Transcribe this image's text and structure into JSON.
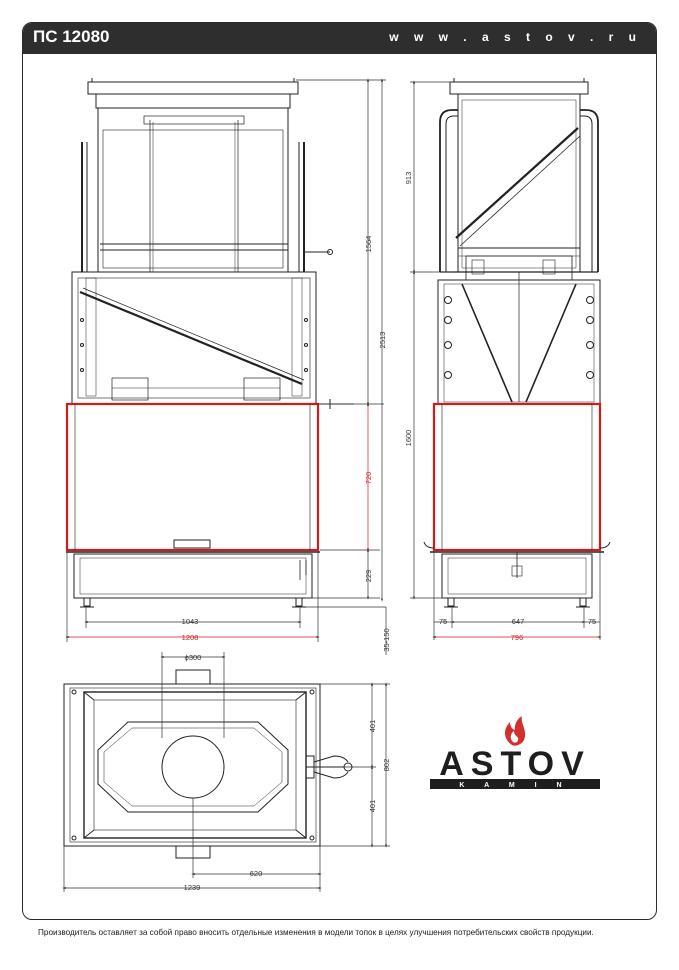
{
  "header": {
    "model": "ПС 12080",
    "website": "w w w . a s t o v . r u"
  },
  "front_view": {
    "dim_total_height": "2513",
    "dim_upper_height": "1564",
    "dim_glass_height": "720",
    "dim_base_height": "229",
    "dim_adjust": "35-150",
    "dim_inner_width": "1043",
    "dim_outer_width": "1208"
  },
  "side_view": {
    "dim_upper": "913",
    "dim_lower": "1600",
    "dim_left": "75",
    "dim_middle": "647",
    "dim_right": "75",
    "dim_total_width": "796"
  },
  "top_view": {
    "dim_flue_diameter": "ϕ300",
    "dim_half_depth_top": "401",
    "dim_half_depth_bottom": "401",
    "dim_total_depth": "802",
    "dim_center_offset": "620",
    "dim_total_width": "1239"
  },
  "logo": {
    "brand": "ASTOV",
    "tagline": "K A M I N",
    "flame_color": "#d32f2f"
  },
  "footer": {
    "note": "Производитель оставляет за собой право вносить отдельные изменения в модели топок в целях улучшения потребительских свойств продукции."
  },
  "colors": {
    "highlight": "#d01c1c",
    "line": "#222222",
    "header_bg": "#2e2e2e"
  }
}
